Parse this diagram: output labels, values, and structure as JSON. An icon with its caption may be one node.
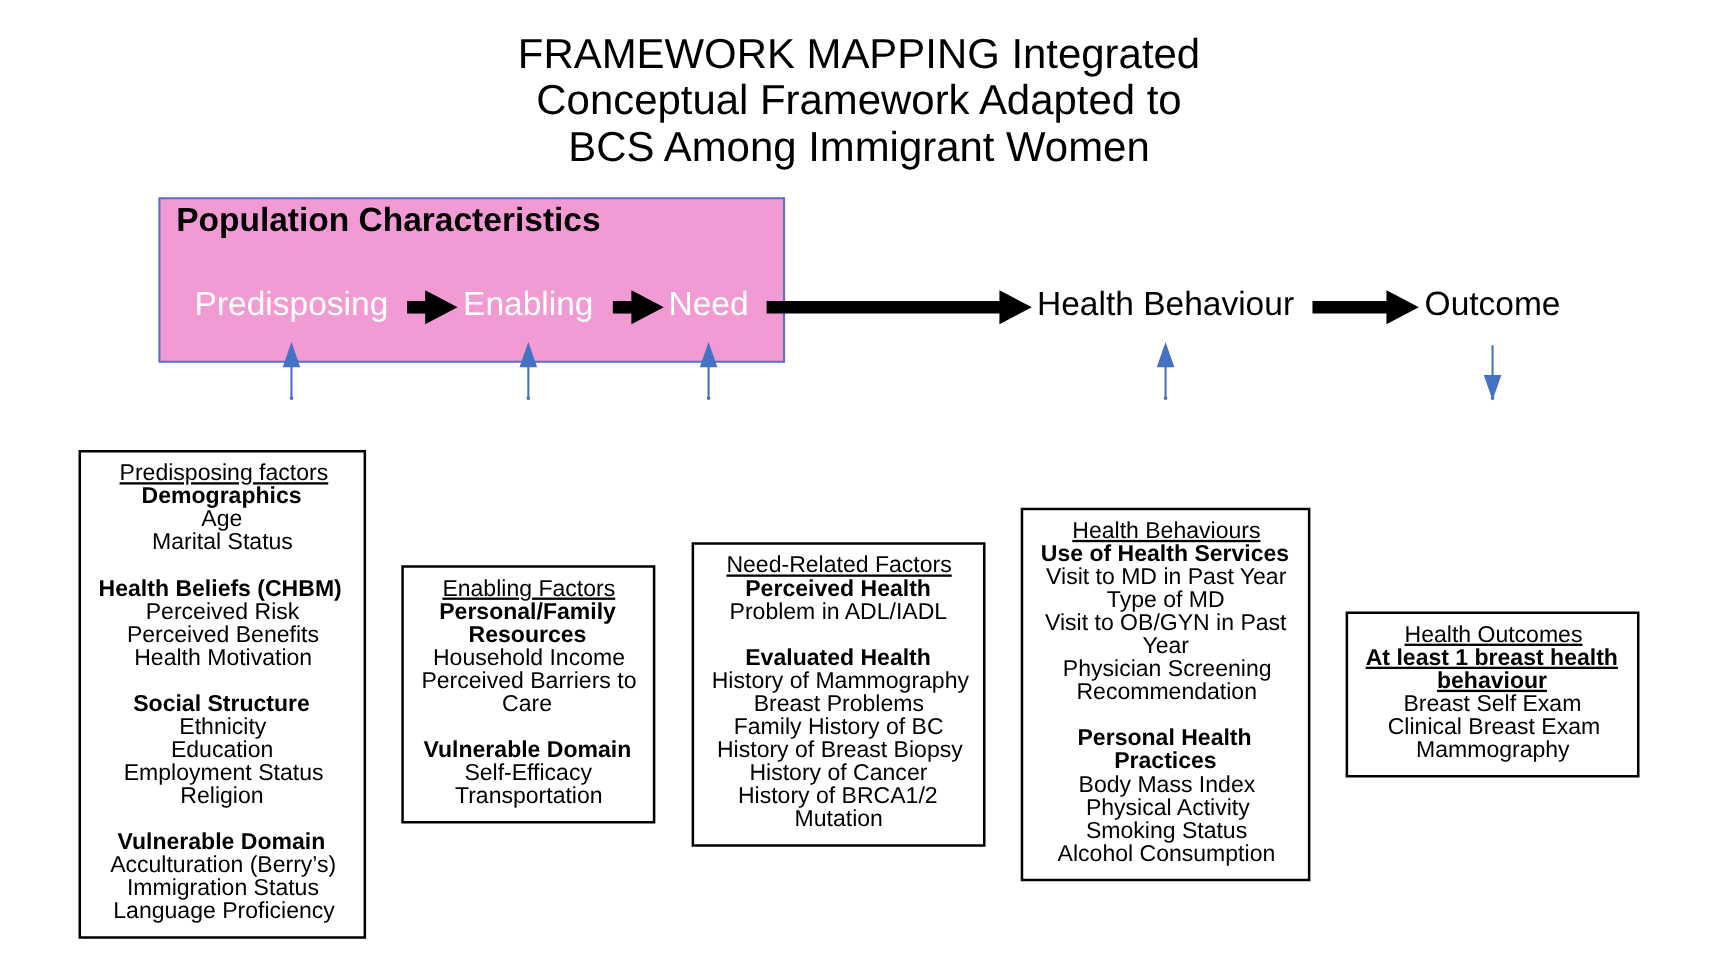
{
  "diagram": {
    "title": "FRAMEWORK MAPPING Integrated Conceptual Framework Adapted to BCS Among Immigrant Women",
    "nodes": [
      {
        "text": [
          "Population Characteristics"
        ]
      },
      {
        "text": [
          "Predisposing"
        ],
        "in": 0
      },
      {
        "text": [
          "Enabling"
        ],
        "in": 0
      },
      {
        "text": [
          "Need"
        ],
        "in": 0
      },
      {
        "text": [
          "Health Behaviour"
        ]
      },
      {
        "text": [
          "Outcome"
        ]
      },
      {
        "text": [
          "Predisposing factors",
          "Demographics",
          "Age",
          "Marital Status",
          "Health Beliefs (CHBM)",
          "Perceived Risk",
          "Perceived Benefits",
          "Health Motivation",
          "Social Structure",
          "Ethnicity",
          "Education",
          "Employment Status",
          "Religion",
          "Vulnerable Domain",
          "Acculturation (Berry’s)",
          "Immigration Status",
          "Language Proficiency"
        ]
      },
      {
        "text": [
          "Enabling Factors",
          "Personal/Family Resources",
          "Household Income",
          "Perceived Barriers to Care",
          "Vulnerable Domain",
          "Self-Efficacy",
          "Transportation"
        ]
      },
      {
        "text": [
          "Need-Related Factors",
          "Perceived Health",
          "Problem in ADL/IADL",
          "Evaluated Health",
          "History of Mammography",
          "Breast Problems",
          "Family History of BC",
          "History of Breast Biopsy",
          "History of Cancer",
          "History of BRCA1/2 Mutation"
        ]
      },
      {
        "text": [
          "Health Behaviours",
          "Use of Health Services",
          "Visit to MD in Past Year",
          "Type of MD",
          "Visit to OB/GYN in Past Year",
          "Physician Screening Recommendation",
          "Personal Health Practices",
          "Body Mass Index",
          "Physical Activity",
          "Smoking Status",
          "Alcohol Consumption"
        ]
      },
      {
        "text": [
          "Health Outcomes",
          "At least 1 breast health behaviour",
          "Breast Self Exam",
          "Clinical Breast Exam",
          "Mammography"
        ]
      }
    ],
    "edges": [
      {
        "from": 1,
        "to": 2,
        "arrow": "to",
        "style": "thick",
        "color": "#000000"
      },
      {
        "from": 2,
        "to": 3,
        "arrow": "to",
        "style": "thick",
        "color": "#000000"
      },
      {
        "from": 3,
        "to": 4,
        "arrow": "to",
        "style": "thick",
        "color": "#000000"
      },
      {
        "from": 4,
        "to": 5,
        "arrow": "to",
        "style": "thick",
        "color": "#000000"
      },
      {
        "from": null,
        "to": 1,
        "arrow": "to",
        "color": "#4472c4"
      },
      {
        "from": null,
        "to": 2,
        "arrow": "to",
        "color": "#4472c4"
      },
      {
        "from": null,
        "to": 3,
        "arrow": "to",
        "color": "#4472c4"
      },
      {
        "from": null,
        "to": 4,
        "arrow": "to",
        "color": "#4472c4"
      },
      {
        "from": 5,
        "to": null,
        "arrow": "to",
        "color": "#4472c4"
      }
    ]
  }
}
